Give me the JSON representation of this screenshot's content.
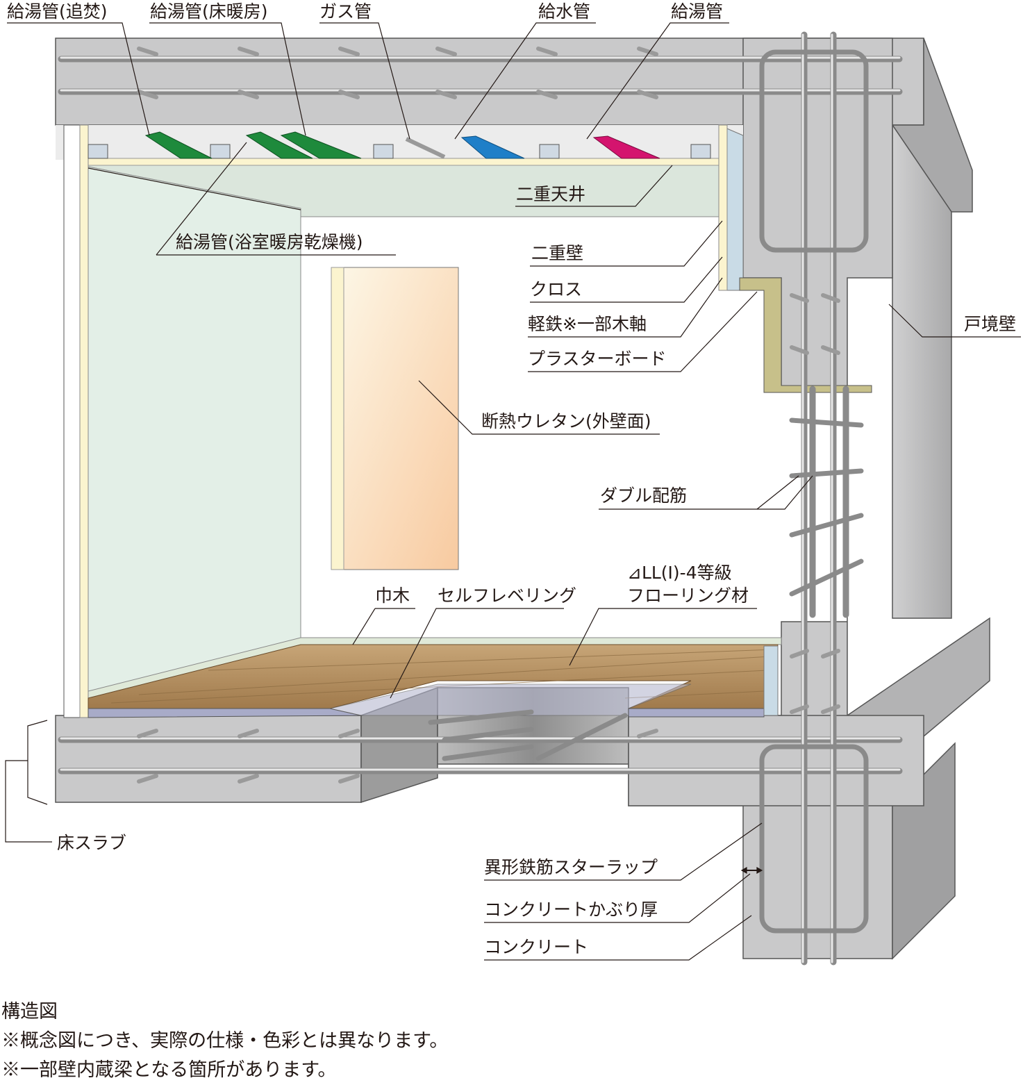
{
  "labels": {
    "hot_water_reheat": "給湯管(追焚)",
    "hot_water_floor_heating": "給湯管(床暖房)",
    "gas_pipe": "ガス管",
    "water_pipe": "給水管",
    "hot_water_pipe": "給湯管",
    "double_ceiling": "二重天井",
    "hot_water_bath_dryer": "給湯管(浴室暖房乾燥機)",
    "double_wall": "二重壁",
    "cloth": "クロス",
    "light_steel": "軽鉄※一部木軸",
    "plaster_board": "プラスターボード",
    "party_wall": "戸境壁",
    "insulation": "断熱ウレタン(外壁面)",
    "double_rebar": "ダブル配筋",
    "baseboard": "巾木",
    "self_leveling": "セルフレベリング",
    "flooring_grade": "⊿LL(I)-4等級",
    "flooring_material": "フローリング材",
    "floor_slab": "床スラブ",
    "stirrup": "異形鉄筋スターラップ",
    "concrete_cover": "コンクリートかぶり厚",
    "concrete": "コンクリート"
  },
  "caption": {
    "title": "構造図",
    "note1": "※概念図につき、実際の仕様・色彩とは異なります。",
    "note2": "※一部壁内蔵梁となる箇所があります。"
  },
  "colors": {
    "concrete": "#c9c9ca",
    "pipe_green": "#1e8a3c",
    "pipe_blue": "#1f7fc8",
    "pipe_magenta": "#d4146e",
    "flooring": "#b48f62"
  }
}
